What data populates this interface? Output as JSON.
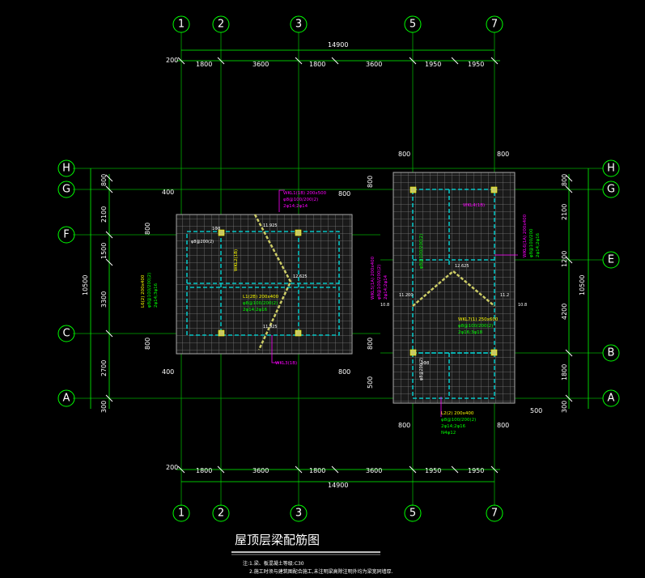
{
  "title": "屋顶层梁配筋图",
  "note_lines": [
    "注:1.梁、板混凝土等级:C30",
    "2.施工时须与建筑图配合施工,未注明梁高除注明外均为梁宽同墙厚."
  ],
  "axes_vertical": [
    "1",
    "2",
    "3",
    "5",
    "7"
  ],
  "axes_horizontal": [
    "H",
    "G",
    "F",
    "E",
    "C",
    "B",
    "A"
  ],
  "total_width": "14900",
  "top_dims": [
    "200",
    "1800",
    "3600",
    "1800",
    "3600",
    "1950",
    "1950"
  ],
  "left_dims": [
    "800",
    "2100",
    "1500",
    "3300",
    "2700",
    "300"
  ],
  "left_total": "10500",
  "right_dims": [
    "800",
    "2100",
    "1200",
    "4200",
    "1800",
    "300"
  ],
  "right_total": "10500",
  "inner_dims": {
    "left_400_top": "400",
    "left_400_bottom": "400",
    "left_800": [
      "800",
      "800",
      "800",
      "800"
    ],
    "right_800": [
      "800",
      "800",
      "800",
      "800",
      "800",
      "800",
      "500",
      "500"
    ]
  },
  "left_plan_labels": {
    "wkl1": "WKL1(1B) 200x500",
    "wkl1_a": "φ8@100/200(2)",
    "wkl1_b": "2φ14;2φ14",
    "wkl2": "WKL2(1B)",
    "ll": "L1(2B) 200x400",
    "ll_a": "φ8@100/200(2)",
    "ll_b": "2φ14;2φ16",
    "lower": "WKL3(1B)",
    "side": "L6(2) 200x400",
    "side_a": "φ8@100/200(2)",
    "side_b": "2φ14;3φ16",
    "elev_top": "11.925",
    "elev_mid": "12.625",
    "elev_bot": "11.925",
    "cell_1": "1Φ8",
    "cell_2": "φ8@200(2)"
  },
  "right_plan_labels": {
    "wkl_top": "WKL4(1B)",
    "wkl_side": "WKL5(1A) 200x400",
    "wkl_side_a": "φ8@100/200(2)",
    "wkl_side_b": "2φ14;2φ14",
    "wkl_right": "WKL6(1A) 200x400",
    "wkl_right_a": "φ8@100/200",
    "wkl_right_b": "2φ14;2φ16",
    "wkl_mid": "WKL7(1) 250x600",
    "wkl_mid_a": "φ8@100/200(2)",
    "wkl_mid_b": "2φ16;3φ18",
    "l2": "L2(2) 200x400",
    "l2_a": "φ8@100/200(2)",
    "l2_b": "2φ14;2φ16",
    "l2_c": "N4φ12",
    "elev_left": "11.200",
    "elev_mid": "12.625",
    "elev_right": "11.2",
    "elev_l": "10.8",
    "elev_r": "10.8",
    "cell_1": "1Φ8",
    "cell_2": "φ8@200(2)"
  },
  "colors": {
    "axis_line": "#00cc00",
    "dim_line": "#00ff00",
    "beam": "#00ffff",
    "grid": "#8a8a8a",
    "label_magenta": "#ff00ff",
    "label_yellow": "#ffff00",
    "label_green": "#00ff00"
  }
}
